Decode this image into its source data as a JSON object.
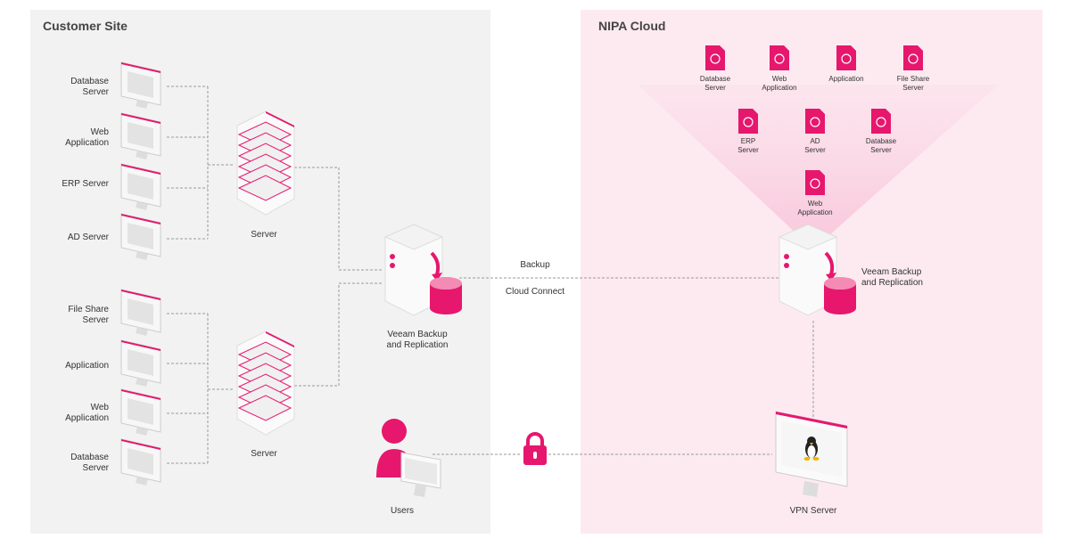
{
  "customer_site": {
    "title": "Customer Site",
    "group1": {
      "items": [
        "Database\nServer",
        "Web\nApplication",
        "ERP Server",
        "AD Server"
      ],
      "server_label": "Server"
    },
    "group2": {
      "items": [
        "File Share\nServer",
        "Application",
        "Web\nApplication",
        "Database\nServer"
      ],
      "server_label": "Server"
    },
    "veeam_label": "Veeam Backup\nand Replication",
    "users_label": "Users"
  },
  "links": {
    "backup": "Backup",
    "cloud_connect": "Cloud Connect"
  },
  "nipa_cloud": {
    "title": "NIPA Cloud",
    "files_row1": [
      "Database\nServer",
      "Web\nApplication",
      "Application",
      "File Share\nServer"
    ],
    "files_row2": [
      "ERP\nServer",
      "AD\nServer",
      "Database\nServer"
    ],
    "files_row3": [
      "Web\nApplication"
    ],
    "veeam_label": "Veeam Backup\nand Replication",
    "vpn_label": "VPN Server"
  },
  "colors": {
    "accent": "#e6176d",
    "customer_bg": "#f2f2f2",
    "nipa_bg": "#fdeaf1"
  }
}
